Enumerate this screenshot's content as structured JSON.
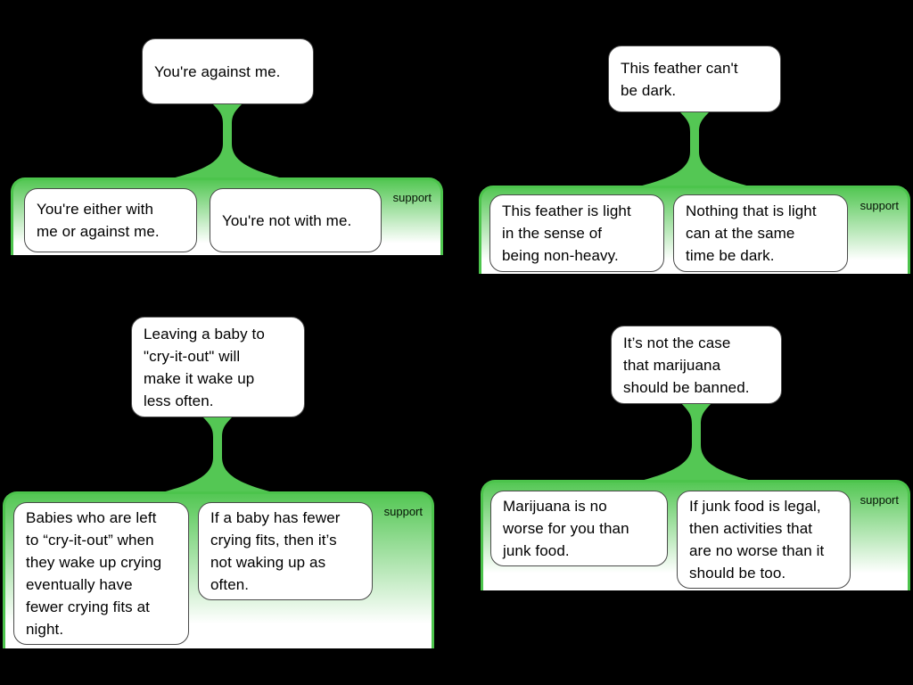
{
  "colors": {
    "background": "#000000",
    "support_green": "#54C754",
    "support_border_green": "#4CC44C",
    "node_border": "#4A4A4A",
    "text": "#000000"
  },
  "diagram": {
    "edge_label": "support",
    "groups": [
      {
        "claim": "You're against me.",
        "premises": [
          "You're either with\nme or against me.",
          "You're not with me."
        ]
      },
      {
        "claim": "This feather can't\nbe dark.",
        "premises": [
          "This feather is light\nin the sense of\nbeing non-heavy.",
          "Nothing that is light\ncan at the same\ntime be dark."
        ]
      },
      {
        "claim": "Leaving a baby to\n\"cry-it-out\" will\nmake it wake up\nless often.",
        "premises": [
          "Babies who are left\nto “cry-it-out” when\nthey wake up crying\neventually have\nfewer crying fits at\nnight.",
          "If a baby has fewer\ncrying fits, then it’s\nnot waking up as\noften."
        ]
      },
      {
        "claim": "It’s not the case\nthat marijuana\nshould be banned.",
        "premises": [
          "Marijuana is no\nworse for you than\njunk food.",
          "If junk food is legal,\nthen activities that\nare no worse than it\nshould be too."
        ]
      }
    ]
  }
}
